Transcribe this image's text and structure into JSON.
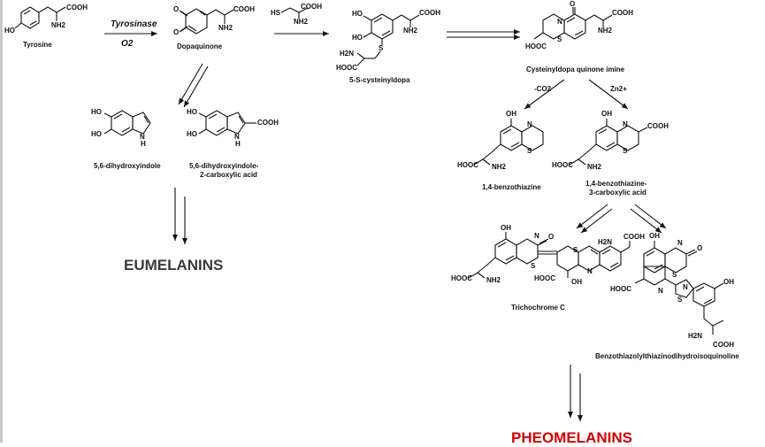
{
  "compounds": {
    "tyrosine": "Tyrosine",
    "dopaquinone": "Dopaquinone",
    "cysteinyldopa": "5-S-cysteinyldopa",
    "cysteinyldopa_quinone_imine": "Cysteinyldopa quinone imine",
    "dihydroxyindole": "5,6-dihydroxyindole",
    "dhica_line1": "5,6-dihydroxyindole-",
    "dhica_line2": "2-carboxylic acid",
    "benzothiazine": "1,4-benzothiazine",
    "btca_line1": "1,4-benzothiazine-",
    "btca_line2": "3-carboxylic acid",
    "trichochrome": "Trichochrome C",
    "btiq": "Benzothiazolylthiazinodihydroisoquinoline"
  },
  "reagents": {
    "enzyme": "Tyrosinase",
    "oxygen": "O2",
    "decarboxylation": "-CO2",
    "zinc": "Zn2+"
  },
  "groups": {
    "cooh": "COOH",
    "hooc": "HOOC",
    "nh2": "NH2",
    "h2n": "H2N",
    "ho": "HO",
    "oh": "OH",
    "hs": "HS",
    "s": "S",
    "n": "N",
    "h": "H",
    "o": "O"
  },
  "products": {
    "eumelanins": "EUMELANINS",
    "pheomelanins": "PHEOMELANINS"
  },
  "colors": {
    "eumelanin": "#3a3a3a",
    "pheomelanin": "#cc0000",
    "lines": "#111111"
  }
}
